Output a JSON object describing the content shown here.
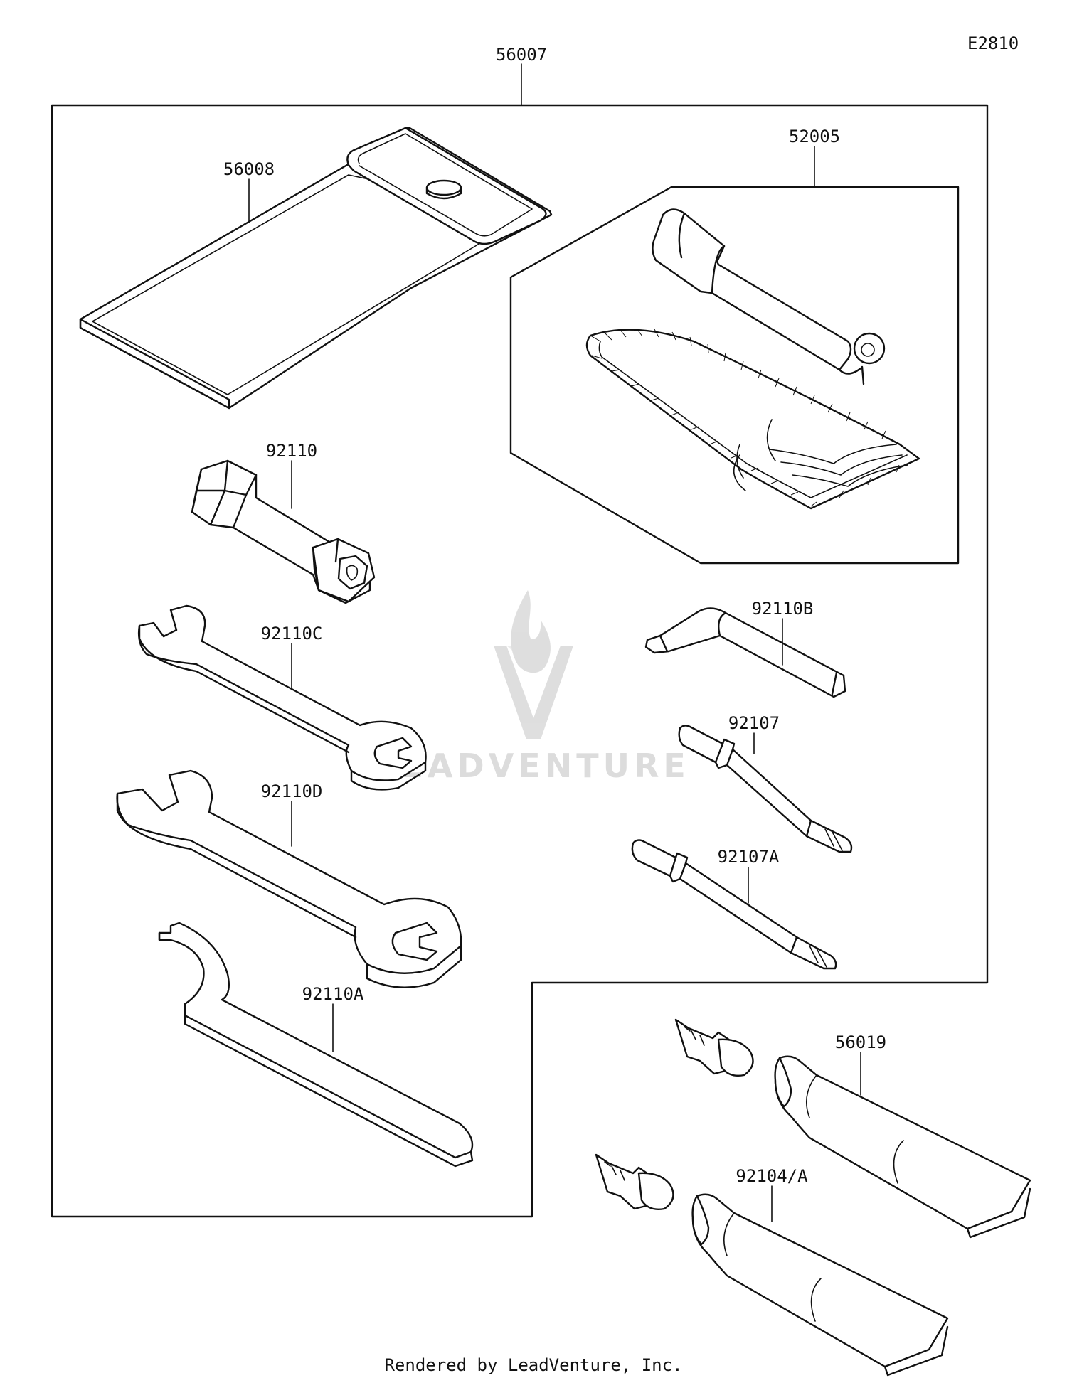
{
  "diagram_code": "E2810",
  "parts": {
    "kit": "56007",
    "pouch": "56008",
    "tool_case": "52005",
    "plug_wrench": "92110",
    "wrench_c": "92110C",
    "wrench_d": "92110D",
    "spanner_a": "92110A",
    "hex_key": "92110B",
    "screwdriver": "92107",
    "screwdriver_a": "92107A",
    "tube_1": "56019",
    "tube_2": "92104/A"
  },
  "watermark": "LEADVENTURE",
  "footer": "Rendered by LeadVenture, Inc."
}
